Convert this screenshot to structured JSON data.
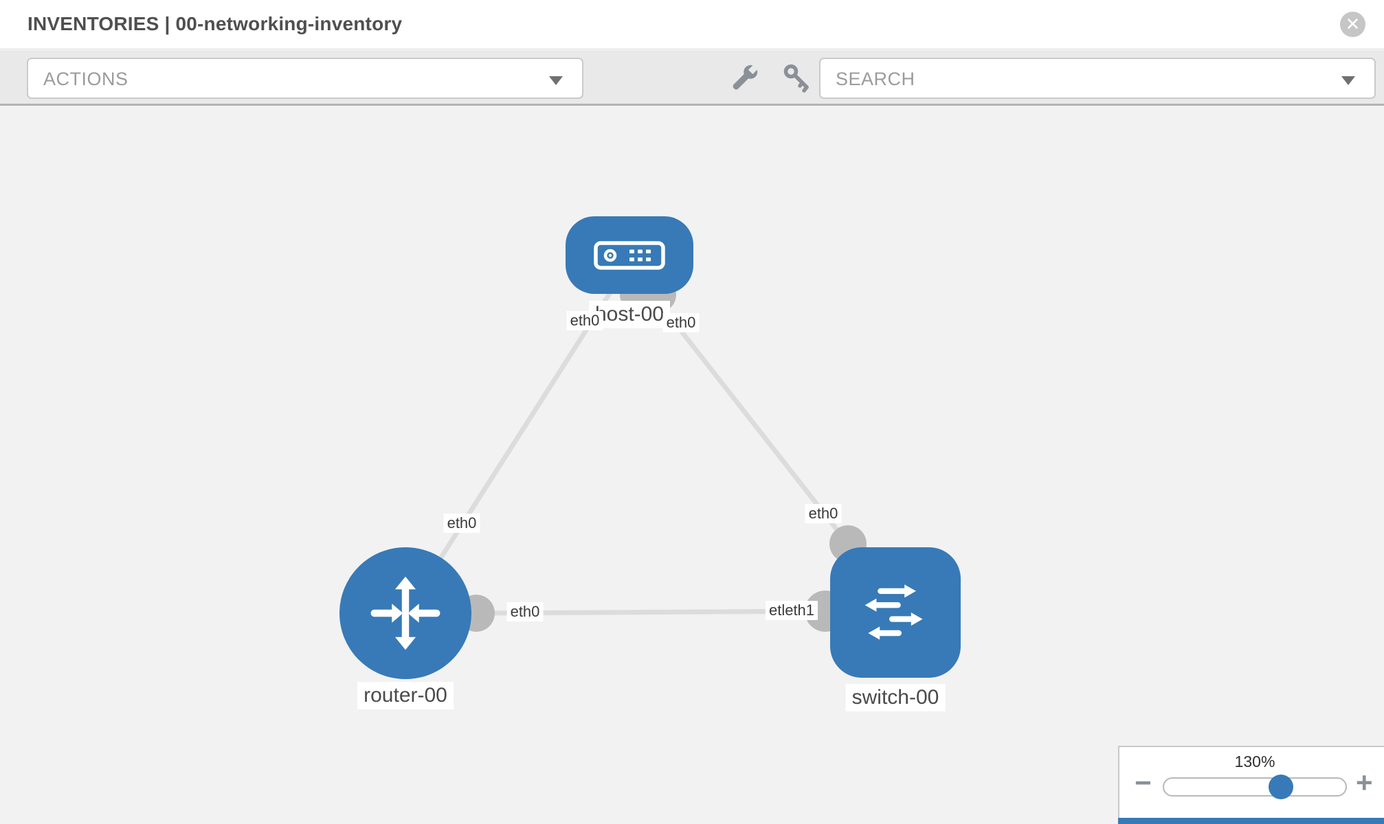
{
  "header": {
    "title": "INVENTORIES | 00-networking-inventory",
    "close_icon": "✕"
  },
  "toolbar": {
    "actions_dropdown": {
      "value": "ACTIONS"
    },
    "search_dropdown": {
      "value": "SEARCH"
    },
    "icons": [
      "wrench-icon",
      "key-icon"
    ]
  },
  "topology": {
    "nodes": [
      {
        "name": "host-00",
        "type": "host"
      },
      {
        "name": "router-00",
        "type": "router"
      },
      {
        "name": "switch-00",
        "type": "switch"
      }
    ],
    "links": [
      {
        "from": "router-00",
        "to": "host-00"
      },
      {
        "from": "host-00",
        "to": "switch-00"
      },
      {
        "from": "router-00",
        "to": "switch-00"
      }
    ],
    "interface_labels": [
      {
        "id": "router-host-near-router",
        "text": "eth0"
      },
      {
        "id": "host-bottom-left",
        "text": "eth0"
      },
      {
        "id": "host-bottom-right",
        "text": "eth0"
      },
      {
        "id": "switch-top",
        "text": "eth0"
      },
      {
        "id": "router-right",
        "text": "eth0"
      },
      {
        "id": "switch-left-overlapped",
        "text": "etleth1"
      }
    ]
  },
  "zoom_control": {
    "level": "130%",
    "minus": "−",
    "plus": "+",
    "slider_position_percent": 64
  },
  "colors": {
    "node_blue": "#377ab7",
    "link_gray": "#dcdcdc",
    "endpoint_gray": "#b9b9b9",
    "canvas_bg": "#f2f2f2",
    "toolbar_bg": "#e9e9e9"
  }
}
